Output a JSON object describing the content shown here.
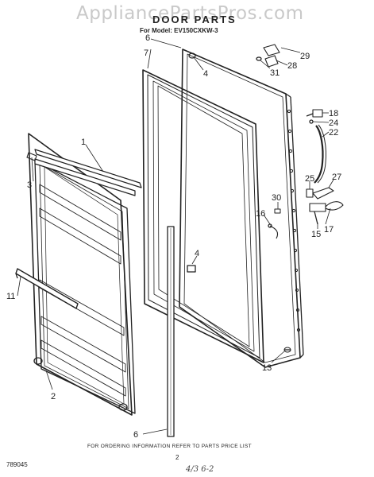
{
  "watermark": "AppliancePartsPros.com",
  "title": "DOOR PARTS",
  "model_line": "For Model: EV150CXKW-3",
  "footer": "FOR ORDERING INFORMATION REFER TO PARTS PRICE LIST",
  "doc_number": "789045",
  "page_number": "2",
  "handwritten_note": "4/3 6-2",
  "part_labels": {
    "p1": "1",
    "p2": "2",
    "p3": "3",
    "p4a": "4",
    "p4b": "4",
    "p6a": "6",
    "p6b": "6",
    "p7": "7",
    "p11": "11",
    "p13": "13",
    "p15": "15",
    "p16": "16",
    "p17": "17",
    "p18": "18",
    "p22": "22",
    "p24": "24",
    "p25": "25",
    "p27": "27",
    "p28": "28",
    "p29": "29",
    "p30": "30",
    "p31": "31"
  }
}
